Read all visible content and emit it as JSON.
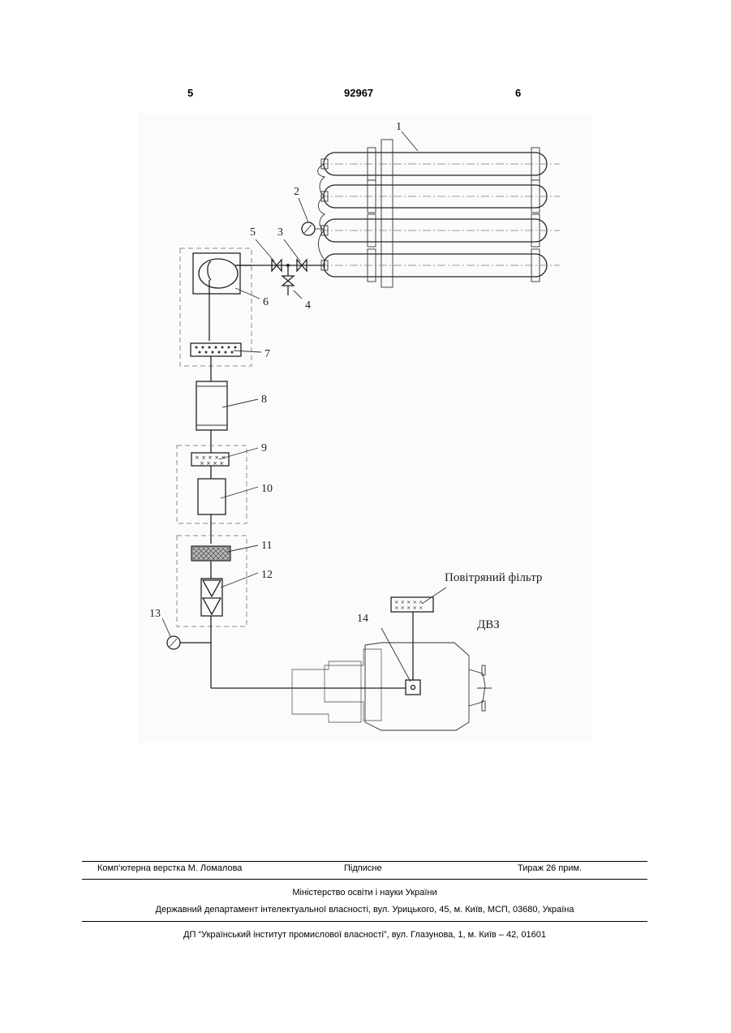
{
  "header": {
    "page_left": "5",
    "patent_number": "92967",
    "page_right": "6"
  },
  "figure": {
    "labels": [
      "1",
      "2",
      "3",
      "4",
      "5",
      "6",
      "7",
      "8",
      "9",
      "10",
      "11",
      "12",
      "13",
      "14"
    ],
    "air_filter_label": "Повітряний фільтр",
    "engine_label": "ДВЗ"
  },
  "footer": {
    "typesetting": "Комп’ютерна верстка М. Ломалова",
    "subscription": "Підписне",
    "circulation": "Тираж 26 прим.",
    "ministry": "Міністерство освіти і науки України",
    "department": "Державний департамент інтелектуальної власності, вул. Урицького, 45, м. Київ, МСП, 03680, Україна",
    "institute": "ДП “Український інститут промислової власності”, вул. Глазунова, 1, м. Київ – 42, 01601"
  }
}
